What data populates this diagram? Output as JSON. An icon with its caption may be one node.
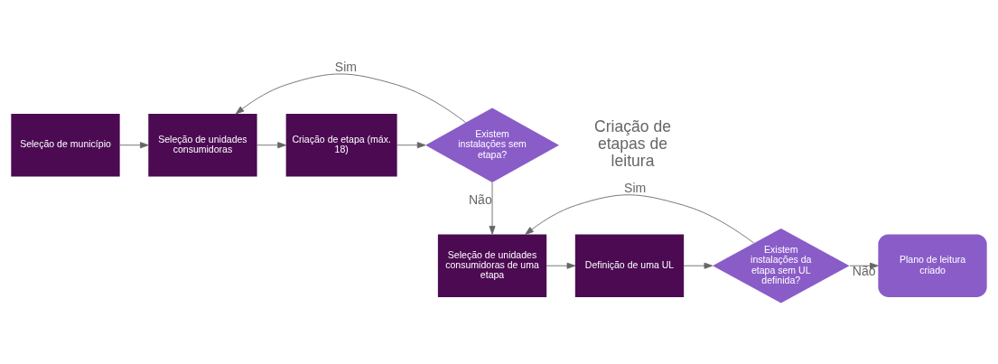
{
  "diagram": {
    "nodes": [
      {
        "text": [
          "Seleção de município"
        ]
      },
      {
        "text": [
          "Seleção de unidades consumidoras"
        ]
      },
      {
        "text": [
          "Criação de etapa (máx. 18)"
        ]
      },
      {
        "text": [
          "Existem instalações sem etapa?"
        ]
      },
      {
        "text": [
          "Seleção de unidades consumidoras de uma etapa"
        ]
      },
      {
        "text": [
          "Definição de uma UL"
        ]
      },
      {
        "text": [
          "Existem instalações da etapa sem UL definida?"
        ]
      },
      {
        "text": [
          "Plano de leitura criado"
        ]
      }
    ],
    "edges": [
      {
        "from": 0,
        "to": 1,
        "arrow": "to"
      },
      {
        "from": 1,
        "to": 2,
        "arrow": "to"
      },
      {
        "from": 2,
        "to": 3,
        "arrow": "to"
      },
      {
        "from": 3,
        "to": 1,
        "arrow": "to",
        "label": "Sim"
      },
      {
        "from": 3,
        "to": 4,
        "arrow": "to",
        "label": "Não"
      },
      {
        "from": 4,
        "to": 5,
        "arrow": "to"
      },
      {
        "from": 5,
        "to": 6,
        "arrow": "to"
      },
      {
        "from": 6,
        "to": 4,
        "arrow": "to",
        "label": "Sim"
      },
      {
        "from": 6,
        "to": 7,
        "arrow": "to",
        "label": "Não"
      }
    ],
    "labels": [
      "Criação de etapas de leitura"
    ]
  }
}
